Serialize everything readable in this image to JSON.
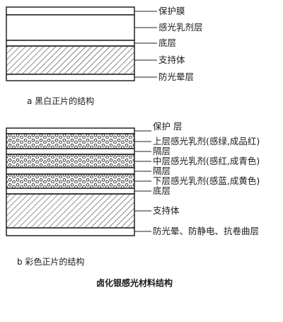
{
  "diagram_a": {
    "caption": "a  黑白正片的结构",
    "labels": [
      "保护膜",
      "感光乳剂层",
      "底层",
      "支持体",
      "防光晕层"
    ]
  },
  "diagram_b": {
    "caption": "b  彩色正片的结构",
    "labels": [
      "保护 层",
      "上层感光乳剂(感绿,成品红)",
      "隔层",
      "中层感光乳剂(感红,成青色)",
      "隔层",
      "下层感光乳剂(感蓝,成黄色)",
      "底层",
      "支持体",
      "防光晕、防静电、抗卷曲层"
    ]
  },
  "figure_title": "卤化银感光材料结构"
}
